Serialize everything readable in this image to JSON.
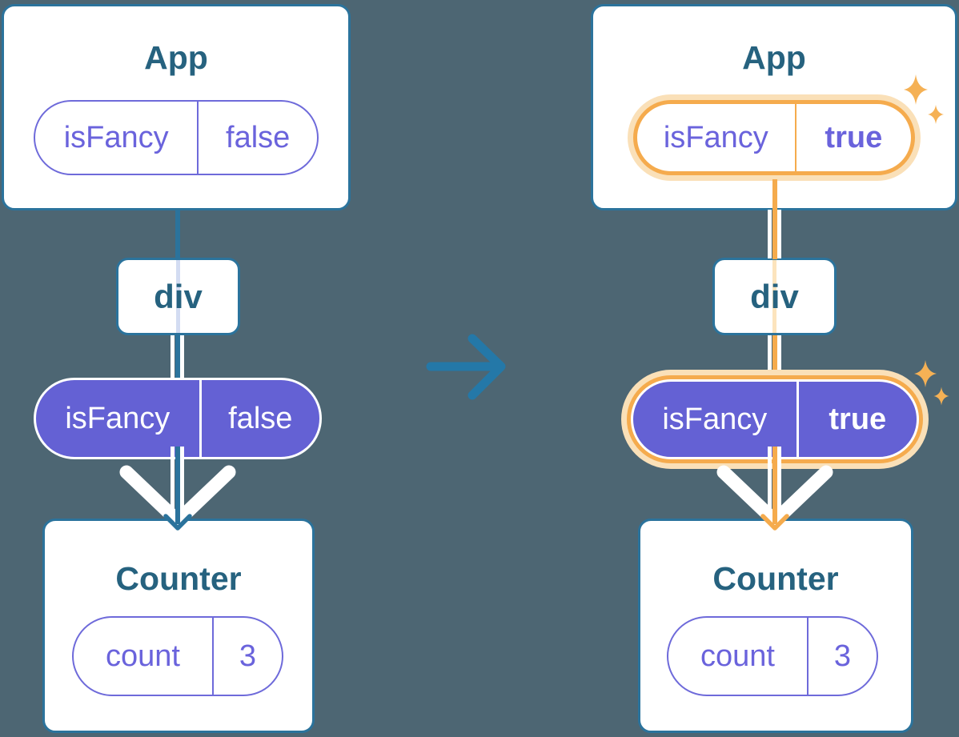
{
  "colors": {
    "background": "#4d6673",
    "card_border": "#2b739c",
    "heading_text": "#26627f",
    "state_purple_fill": "#6461d4",
    "state_purple_text": "#6a63dc",
    "tree_edge_teal": "#2b739c",
    "highlight_orange": "#f5ab4d",
    "highlight_orange_glow": "#fae0b8",
    "transition_arrow_blue": "#2478a8"
  },
  "icons": {
    "transition_arrow": "right-arrow-icon",
    "render_arrow": "down-chevron-arrow-icon",
    "sparkles": "sparkle-icon"
  },
  "before": {
    "app": {
      "title": "App",
      "state_pill": {
        "key": "isFancy",
        "value": "false"
      }
    },
    "div_node": {
      "label": "div"
    },
    "props_pill": {
      "key": "isFancy",
      "value": "false"
    },
    "counter": {
      "title": "Counter",
      "state_pill": {
        "key": "count",
        "value": "3"
      }
    }
  },
  "after": {
    "app": {
      "title": "App",
      "state_pill": {
        "key": "isFancy",
        "value": "true"
      }
    },
    "div_node": {
      "label": "div"
    },
    "props_pill": {
      "key": "isFancy",
      "value": "true"
    },
    "counter": {
      "title": "Counter",
      "state_pill": {
        "key": "count",
        "value": "3"
      }
    }
  }
}
